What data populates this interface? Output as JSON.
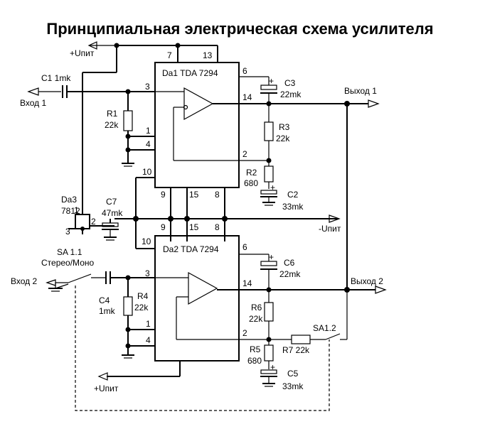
{
  "title": "Принципиальная электрическая схема усилителя",
  "chips": {
    "da1": "Da1 TDA 7294",
    "da2": "Da2 TDA 7294",
    "da3_name": "Da3",
    "da3_part": "7812"
  },
  "pins": {
    "p1": "1",
    "p2": "2",
    "p3": "3",
    "p4": "4",
    "p6": "6",
    "p7": "7",
    "p8": "8",
    "p9": "9",
    "p10": "10",
    "p13": "13",
    "p14": "14",
    "p15": "15"
  },
  "components": {
    "c1": "C1 1mk",
    "c3": "C3",
    "c3v": "22mk",
    "r1": "R1",
    "r1v": "22k",
    "r3": "R3",
    "r3v": "22k",
    "r2": "R2",
    "r2v": "680",
    "c2": "C2",
    "c2v": "33mk",
    "c7": "C7",
    "c7v": "47mk",
    "c6": "C6",
    "c6v": "22mk",
    "c4": "C4",
    "c4v": "1mk",
    "r4": "R4",
    "r4v": "22k",
    "r6": "R6",
    "r6v": "22k",
    "r5": "R5",
    "r5v": "680",
    "r7": "R7 22k",
    "c5": "C5",
    "c5v": "33mk",
    "sa11": "SA 1.1",
    "sa11_mode": "Стерео/Моно",
    "sa12": "SA1.2"
  },
  "terminals": {
    "vin1": "Вход 1",
    "vin2": "Вход 2",
    "vout1": "Выход 1",
    "vout2": "Выход 2",
    "vplus_top": "+Uпит",
    "vplus_bottom": "+Uпит",
    "vminus": "-Uпит",
    "plus_sign": "+"
  }
}
